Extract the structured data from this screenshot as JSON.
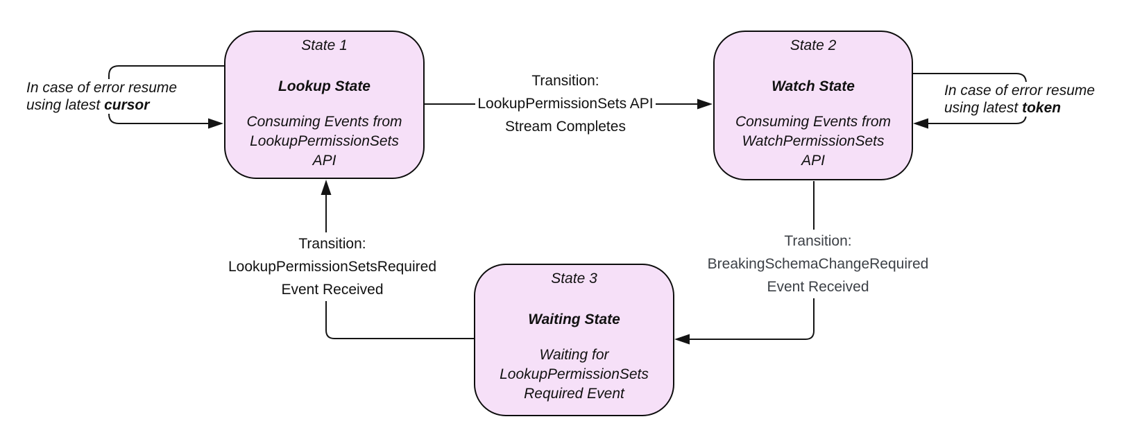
{
  "diagram": {
    "states": [
      {
        "title": "State 1",
        "name": "Lookup State",
        "desc_lines": [
          "Consuming Events from",
          "LookupPermissionSets",
          "API"
        ]
      },
      {
        "title": "State 2",
        "name": "Watch State",
        "desc_lines": [
          "Consuming Events from",
          "WatchPermissionSets",
          "API"
        ]
      },
      {
        "title": "State 3",
        "name": "Waiting State",
        "desc_lines": [
          "Waiting for",
          "LookupPermissionSets",
          "Required Event"
        ]
      }
    ],
    "transitions": [
      {
        "from": "State 1",
        "to": "State 2",
        "lines": [
          "Transition:",
          "LookupPermissionSets API",
          "Stream Completes"
        ]
      },
      {
        "from": "State 2",
        "to": "State 3",
        "lines": [
          "Transition:",
          "BreakingSchemaChangeRequired",
          "Event Received"
        ]
      },
      {
        "from": "State 3",
        "to": "State 1",
        "lines": [
          "Transition:",
          "LookupPermissionSetsRequired",
          "Event Received"
        ]
      }
    ],
    "annotations": [
      {
        "target": "State 1",
        "line1": "In case of error resume",
        "line2_prefix": "using latest ",
        "line2_bold": "cursor"
      },
      {
        "target": "State 2",
        "line1": "In case of error resume",
        "line2_prefix": "using latest ",
        "line2_bold": "token"
      }
    ],
    "colors": {
      "state_fill": "#f6e0f8",
      "state_border": "#0d0d0d",
      "line": "#141414",
      "text": "#111111",
      "muted_label": "#3c4046"
    }
  }
}
